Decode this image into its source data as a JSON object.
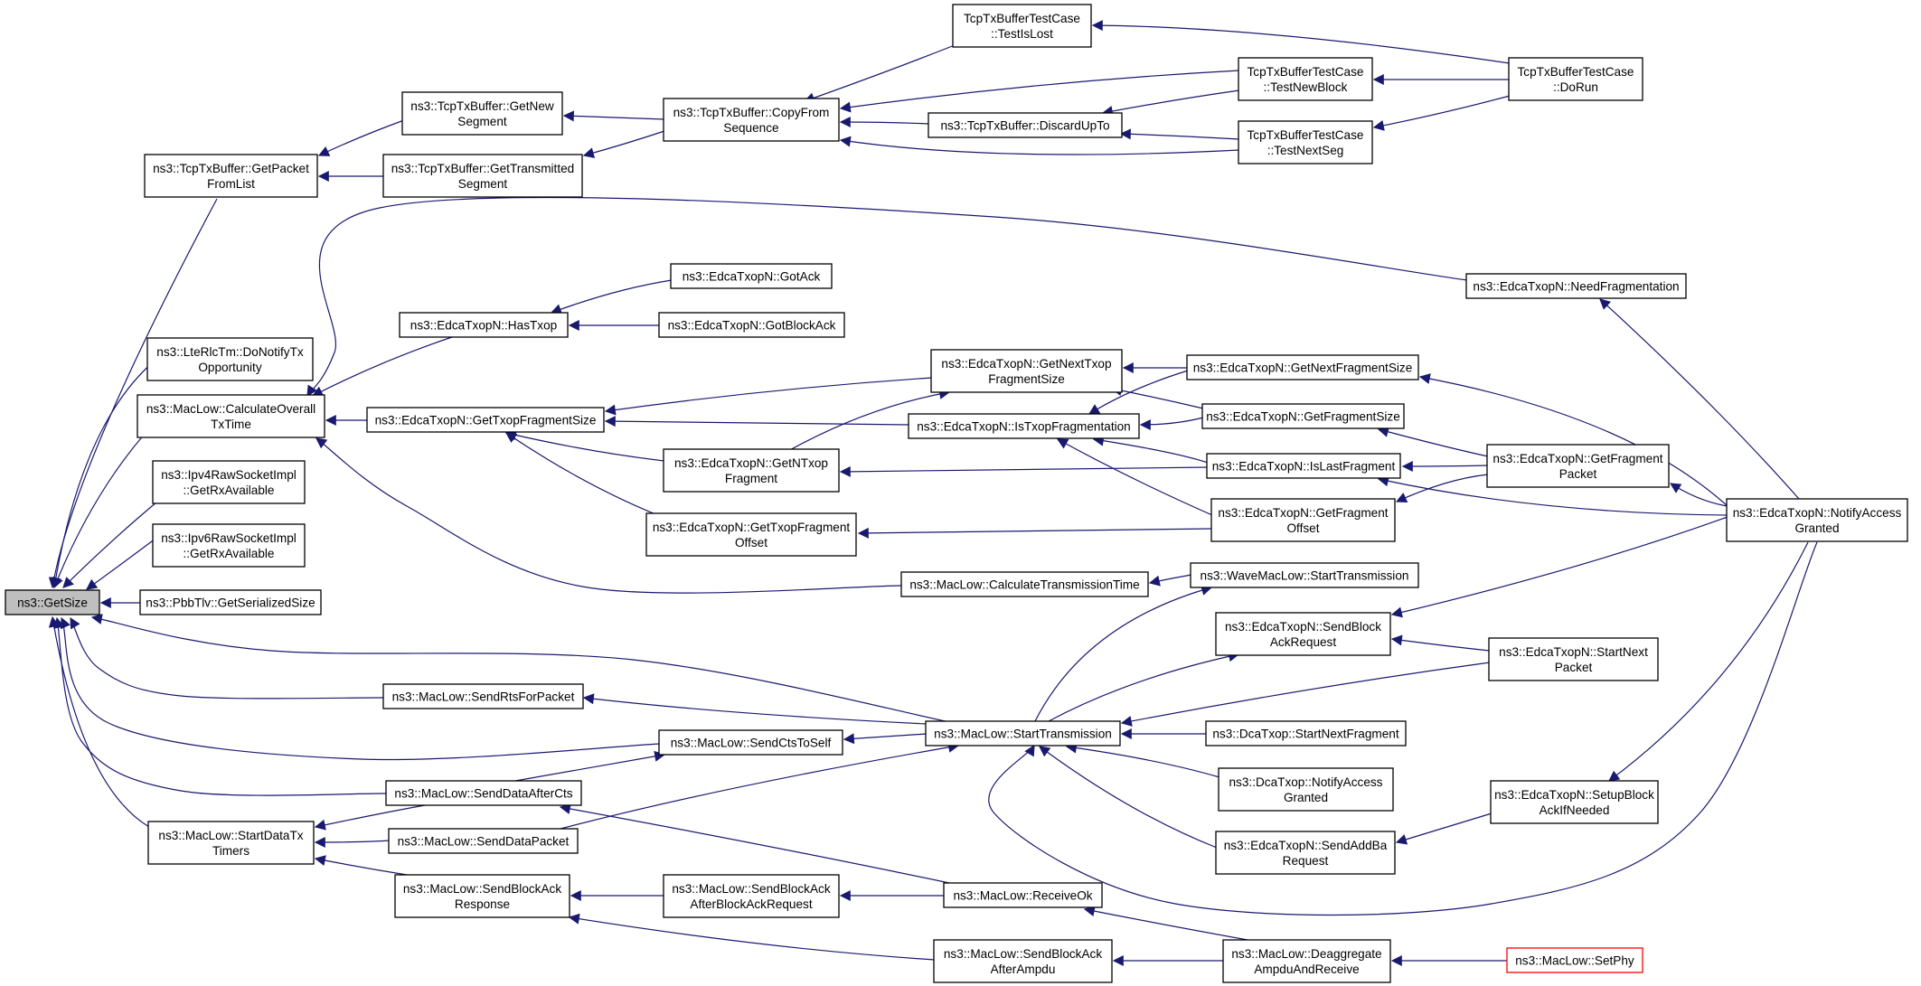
{
  "colors": {
    "edge": "#191970",
    "box_border": "#000000",
    "root_fill": "#bfbfbf",
    "highlight_border": "#ff0000",
    "text": "#000000",
    "background": "#ffffff"
  },
  "nodes": [
    {
      "id": "getsize",
      "lines": [
        "ns3::GetSize"
      ]
    },
    {
      "id": "getpacketfromlist",
      "lines": [
        "ns3::TcpTxBuffer::GetPacket",
        "FromList"
      ]
    },
    {
      "id": "donotifytx",
      "lines": [
        "ns3::LteRlcTm::DoNotifyTx",
        "Opportunity"
      ]
    },
    {
      "id": "calculateoveralltxtime",
      "lines": [
        "ns3::MacLow::CalculateOverall",
        "TxTime"
      ]
    },
    {
      "id": "ipv4getrx",
      "lines": [
        "ns3::Ipv4RawSocketImpl",
        "::GetRxAvailable"
      ]
    },
    {
      "id": "ipv6getrx",
      "lines": [
        "ns3::Ipv6RawSocketImpl",
        "::GetRxAvailable"
      ]
    },
    {
      "id": "pbbtlv",
      "lines": [
        "ns3::PbbTlv::GetSerializedSize"
      ]
    },
    {
      "id": "startdatatxtimers",
      "lines": [
        "ns3::MacLow::StartDataTx",
        "Timers"
      ]
    },
    {
      "id": "getnewsegment",
      "lines": [
        "ns3::TcpTxBuffer::GetNew",
        "Segment"
      ]
    },
    {
      "id": "gettransmittedsegment",
      "lines": [
        "ns3::TcpTxBuffer::GetTransmitted",
        "Segment"
      ]
    },
    {
      "id": "copyfromsequence",
      "lines": [
        "ns3::TcpTxBuffer::CopyFrom",
        "Sequence"
      ]
    },
    {
      "id": "discardupto",
      "lines": [
        "ns3::TcpTxBuffer::DiscardUpTo"
      ]
    },
    {
      "id": "testislost",
      "lines": [
        "TcpTxBufferTestCase",
        "::TestIsLost"
      ]
    },
    {
      "id": "testnewblock",
      "lines": [
        "TcpTxBufferTestCase",
        "::TestNewBlock"
      ]
    },
    {
      "id": "testnextseg",
      "lines": [
        "TcpTxBufferTestCase",
        "::TestNextSeg"
      ]
    },
    {
      "id": "dorun",
      "lines": [
        "TcpTxBufferTestCase",
        "::DoRun"
      ]
    },
    {
      "id": "needfragmentation",
      "lines": [
        "ns3::EdcaTxopN::NeedFragmentation"
      ]
    },
    {
      "id": "hastxop",
      "lines": [
        "ns3::EdcaTxopN::HasTxop"
      ]
    },
    {
      "id": "gotack",
      "lines": [
        "ns3::EdcaTxopN::GotAck"
      ]
    },
    {
      "id": "gotblockack",
      "lines": [
        "ns3::EdcaTxopN::GotBlockAck"
      ]
    },
    {
      "id": "gettxopfragmentsize",
      "lines": [
        "ns3::EdcaTxopN::GetTxopFragmentSize"
      ]
    },
    {
      "id": "getnexttxopfragmentsize",
      "lines": [
        "ns3::EdcaTxopN::GetNextTxop",
        "FragmentSize"
      ]
    },
    {
      "id": "getnextfragmentsize",
      "lines": [
        "ns3::EdcaTxopN::GetNextFragmentSize"
      ]
    },
    {
      "id": "istxopfragmentation",
      "lines": [
        "ns3::EdcaTxopN::IsTxopFragmentation"
      ]
    },
    {
      "id": "getfragmentsize",
      "lines": [
        "ns3::EdcaTxopN::GetFragmentSize"
      ]
    },
    {
      "id": "getntxopfragment",
      "lines": [
        "ns3::EdcaTxopN::GetNTxop",
        "Fragment"
      ]
    },
    {
      "id": "islastfragment",
      "lines": [
        "ns3::EdcaTxopN::IsLastFragment"
      ]
    },
    {
      "id": "getfragmentpacket",
      "lines": [
        "ns3::EdcaTxopN::GetFragment",
        "Packet"
      ]
    },
    {
      "id": "gettxopfragmentoffset",
      "lines": [
        "ns3::EdcaTxopN::GetTxopFragment",
        "Offset"
      ]
    },
    {
      "id": "getfragmentoffset",
      "lines": [
        "ns3::EdcaTxopN::GetFragment",
        "Offset"
      ]
    },
    {
      "id": "notifyaccessgranted",
      "lines": [
        "ns3::EdcaTxopN::NotifyAccess",
        "Granted"
      ]
    },
    {
      "id": "calculatetransmissiontime",
      "lines": [
        "ns3::MacLow::CalculateTransmissionTime"
      ]
    },
    {
      "id": "wavestarttransmission",
      "lines": [
        "ns3::WaveMacLow::StartTransmission"
      ]
    },
    {
      "id": "sendblockackrequest",
      "lines": [
        "ns3::EdcaTxopN::SendBlock",
        "AckRequest"
      ]
    },
    {
      "id": "startnextpacket",
      "lines": [
        "ns3::EdcaTxopN::StartNext",
        "Packet"
      ]
    },
    {
      "id": "sendrtsforpacket",
      "lines": [
        "ns3::MacLow::SendRtsForPacket"
      ]
    },
    {
      "id": "sendctstoself",
      "lines": [
        "ns3::MacLow::SendCtsToSelf"
      ]
    },
    {
      "id": "starttransmission",
      "lines": [
        "ns3::MacLow::StartTransmission"
      ]
    },
    {
      "id": "dcastartnextfragment",
      "lines": [
        "ns3::DcaTxop::StartNextFragment"
      ]
    },
    {
      "id": "senddataaftercts",
      "lines": [
        "ns3::MacLow::SendDataAfterCts"
      ]
    },
    {
      "id": "dcanotifyaccessgranted",
      "lines": [
        "ns3::DcaTxop::NotifyAccess",
        "Granted"
      ]
    },
    {
      "id": "setupblockackifneeded",
      "lines": [
        "ns3::EdcaTxopN::SetupBlock",
        "AckIfNeeded"
      ]
    },
    {
      "id": "senddatapacket",
      "lines": [
        "ns3::MacLow::SendDataPacket"
      ]
    },
    {
      "id": "sendaddbarequest",
      "lines": [
        "ns3::EdcaTxopN::SendAddBa",
        "Request"
      ]
    },
    {
      "id": "sendblockackresponse",
      "lines": [
        "ns3::MacLow::SendBlockAck",
        "Response"
      ]
    },
    {
      "id": "sendblockackafterbar",
      "lines": [
        "ns3::MacLow::SendBlockAck",
        "AfterBlockAckRequest"
      ]
    },
    {
      "id": "receiveok",
      "lines": [
        "ns3::MacLow::ReceiveOk"
      ]
    },
    {
      "id": "sendblockackafterampdu",
      "lines": [
        "ns3::MacLow::SendBlockAck",
        "AfterAmpdu"
      ]
    },
    {
      "id": "deaggregateampdu",
      "lines": [
        "ns3::MacLow::Deaggregate",
        "AmpduAndReceive"
      ]
    },
    {
      "id": "setphy",
      "lines": [
        "ns3::MacLow::SetPhy"
      ]
    }
  ]
}
